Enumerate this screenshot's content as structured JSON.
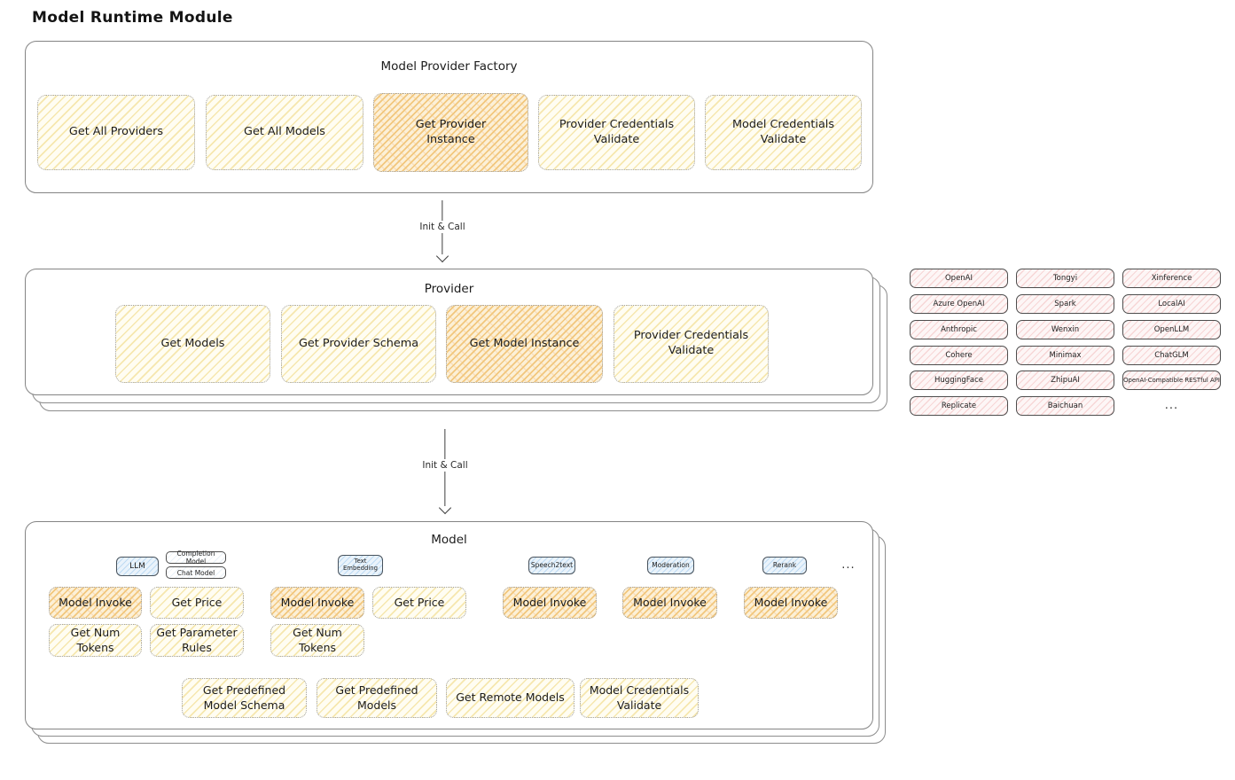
{
  "title": "Model Runtime Module",
  "factory": {
    "title": "Model Provider Factory",
    "boxes": [
      {
        "label": "Get All Providers"
      },
      {
        "label": "Get All Models"
      },
      {
        "label": "Get Provider Instance"
      },
      {
        "label": "Provider Credentials Validate"
      },
      {
        "label": "Model Credentials Validate"
      }
    ]
  },
  "arrow1": {
    "label": "Init & Call"
  },
  "arrow2": {
    "label": "Init & Call"
  },
  "provider": {
    "title": "Provider",
    "boxes": [
      {
        "label": "Get Models"
      },
      {
        "label": "Get Provider Schema"
      },
      {
        "label": "Get Model Instance"
      },
      {
        "label": "Provider Credentials Validate"
      }
    ]
  },
  "providers_panel": {
    "rows": [
      [
        "OpenAI",
        "Tongyi",
        "Xinference"
      ],
      [
        "Azure OpenAI",
        "Spark",
        "LocalAI"
      ],
      [
        "Anthropic",
        "Wenxin",
        "OpenLLM"
      ],
      [
        "Cohere",
        "Minimax",
        "ChatGLM"
      ],
      [
        "HuggingFace",
        "ZhipuAI",
        "OpenAI-Compatible RESTful API"
      ],
      [
        "Replicate",
        "Baichuan"
      ]
    ],
    "more": "..."
  },
  "model": {
    "title": "Model",
    "badges": {
      "llm": "LLM",
      "completion_model": "Completion Model",
      "chat_model": "Chat Model",
      "text_embedding": "Text Embedding",
      "speech2text": "Speech2text",
      "moderation": "Moderation",
      "rerank": "Rerank",
      "more": "..."
    },
    "llm_functions": [
      {
        "label": "Model Invoke"
      },
      {
        "label": "Get Price"
      },
      {
        "label": "Get Num Tokens"
      },
      {
        "label": "Get Parameter Rules"
      }
    ],
    "embedding_functions": [
      {
        "label": "Model Invoke"
      },
      {
        "label": "Get Price"
      },
      {
        "label": "Get Num Tokens"
      }
    ],
    "speech2text_functions": [
      {
        "label": "Model Invoke"
      }
    ],
    "moderation_functions": [
      {
        "label": "Model Invoke"
      }
    ],
    "rerank_functions": [
      {
        "label": "Model Invoke"
      }
    ],
    "bottom_functions": [
      {
        "label": "Get Predefined Model Schema"
      },
      {
        "label": "Get Predefined Models"
      },
      {
        "label": "Get Remote Models"
      },
      {
        "label": "Model Credentials Validate"
      }
    ]
  },
  "colors": {
    "yellow_hatch": "#f6e7ae",
    "orange_hatch": "#f2c77d",
    "pink_hatch": "#f7d6d6",
    "blue_hatch": "#bedbf3",
    "panel_border": "#848484",
    "text": "#1c1c1c"
  }
}
